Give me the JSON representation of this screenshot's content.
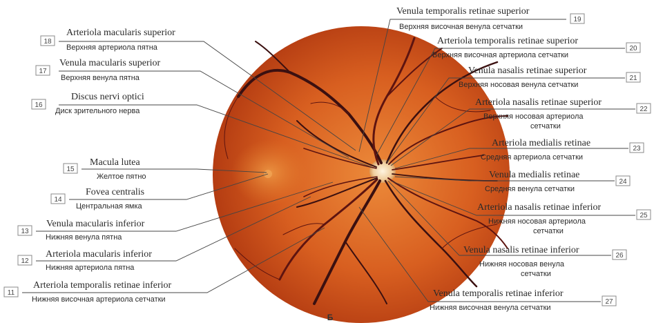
{
  "figure_letter": "Б",
  "labels": [
    {
      "num": "18",
      "latin": "Arteriola macularis superior",
      "russian": "Верхняя артериола пятна"
    },
    {
      "num": "17",
      "latin": "Venula macularis superior",
      "russian": "Верхняя венула пятна"
    },
    {
      "num": "16",
      "latin": "Discus nervi optici",
      "russian": "Диск зрительного нерва"
    },
    {
      "num": "15",
      "latin": "Macula lutea",
      "russian": "Желтое пятно"
    },
    {
      "num": "14",
      "latin": "Fovea centralis",
      "russian": "Центральная ямка"
    },
    {
      "num": "13",
      "latin": "Venula macularis inferior",
      "russian": "Нижняя венула пятна"
    },
    {
      "num": "12",
      "latin": "Arteriola macularis inferior",
      "russian": "Нижняя артериола пятна"
    },
    {
      "num": "11",
      "latin": "Arteriola temporalis retinae inferior",
      "russian": "Нижняя височная артериола сетчатки"
    },
    {
      "num": "19",
      "latin": "Venula temporalis retinae superior",
      "russian": "Верхняя височная венула сетчатки"
    },
    {
      "num": "20",
      "latin": "Arteriola temporalis retinae superior",
      "russian": "Верхняя височная артериола сетчатки"
    },
    {
      "num": "21",
      "latin": "Venula nasalis retinae superior",
      "russian": "Верхняя носовая венула сетчатки"
    },
    {
      "num": "22",
      "latin": "Arteriola nasalis retinae superior",
      "russian": "Верхняя носовая артериола",
      "russian2": "сетчатки"
    },
    {
      "num": "23",
      "latin": "Arteriola medialis retinae",
      "russian": "Средняя артериола сетчатки"
    },
    {
      "num": "24",
      "latin": "Venula medialis retinae",
      "russian": "Средняя венула сетчатки"
    },
    {
      "num": "25",
      "latin": "Arteriola nasalis retinae inferior",
      "russian": "Нижняя носовая артериола",
      "russian2": "сетчатки"
    },
    {
      "num": "26",
      "latin": "Venula nasalis retinae inferior",
      "russian": "Нижняя носовая венула",
      "russian2": "сетчатки"
    },
    {
      "num": "27",
      "latin": "Venula temporalis retinae inferior",
      "russian": "Нижняя височная венула сетчатки"
    }
  ],
  "colors": {
    "fundus_center": "#e8752a",
    "fundus_edge": "#b83a12",
    "vessel_vein": "#3b1010",
    "vessel_artery": "#5e1410",
    "disc": "#f4e2c8"
  }
}
